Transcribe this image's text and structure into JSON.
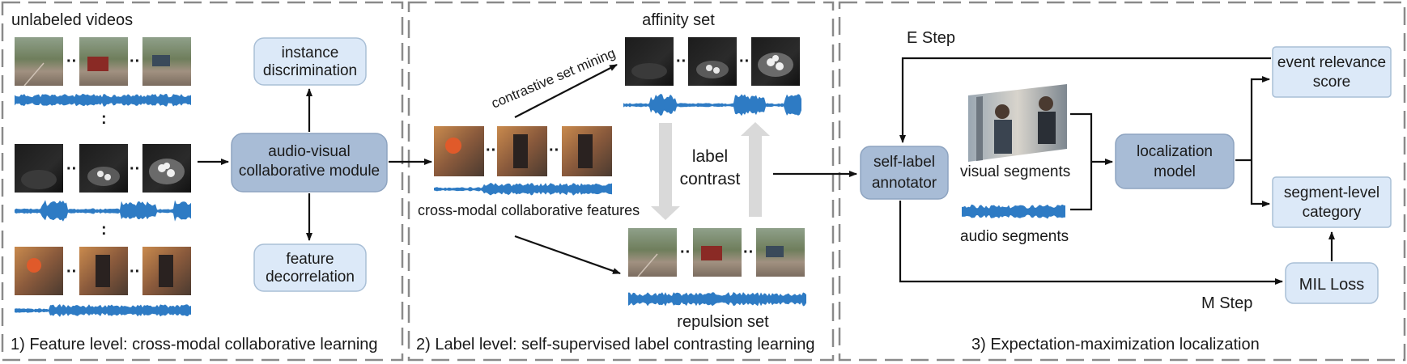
{
  "panel1": {
    "title": "unlabeled videos",
    "caption": "1) Feature level: cross-modal collaborative learning",
    "module": [
      "audio-visual",
      "collaborative module"
    ],
    "instance": [
      "instance",
      "discrimination"
    ],
    "decorrelation": [
      "feature",
      "decorrelation"
    ]
  },
  "panel2": {
    "affinity": "affinity set",
    "repulsion": "repulsion set",
    "mining": "contrastive set mining",
    "features": "cross-modal collaborative features",
    "contrast": [
      "label",
      "contrast"
    ],
    "caption": "2) Label level: self-supervised label contrasting learning"
  },
  "panel3": {
    "estep": "E Step",
    "mstep": "M Step",
    "annotator": [
      "self-label",
      "annotator"
    ],
    "visual": "visual segments",
    "audio": "audio segments",
    "localization": [
      "localization",
      "model"
    ],
    "relevance": [
      "event relevance",
      "score"
    ],
    "category": [
      "segment-level",
      "category"
    ],
    "mil": "MIL Loss",
    "caption": "3) Expectation-maximization localization"
  },
  "colors": {
    "box_light": "#dce9f8",
    "box_mid": "#a8bcd6",
    "waveform": "#2e7bc4",
    "panel_border": "#8a8a8a"
  }
}
